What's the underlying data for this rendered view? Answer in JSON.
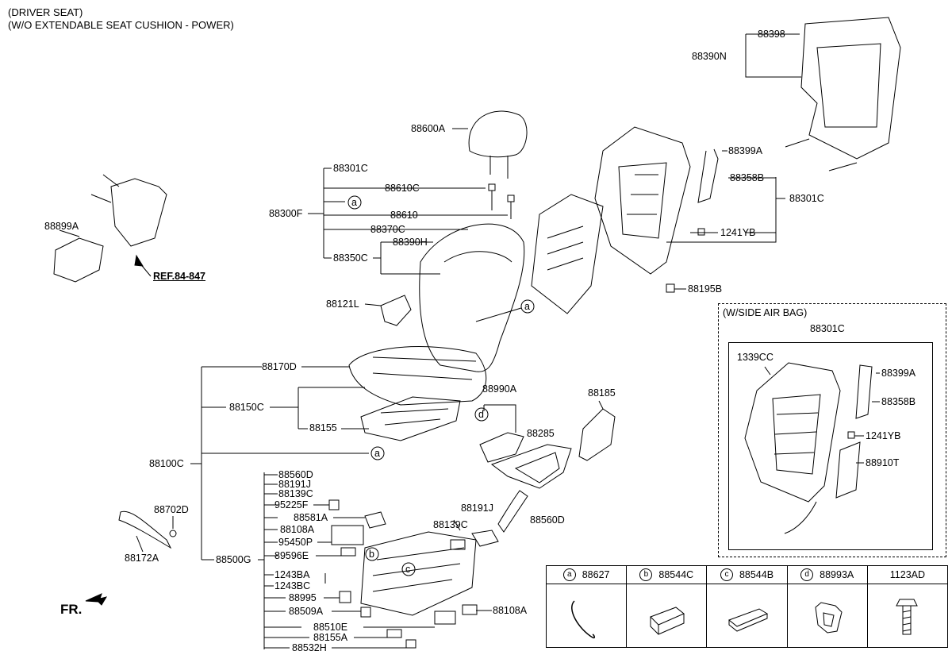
{
  "header": {
    "line1": "(DRIVER SEAT)",
    "line2": "(W/O EXTENDABLE SEAT CUSHION - POWER)"
  },
  "labels": {
    "p88398": "88398",
    "p88390N": "88390N",
    "p88600A": "88600A",
    "p88301C_top": "88301C",
    "p88610C": "88610C",
    "p88300F": "88300F",
    "p88610": "88610",
    "p88370C": "88370C",
    "p88390H": "88390H",
    "p88350C": "88350C",
    "p88121L": "88121L",
    "p88399A": "88399A",
    "p88358B": "88358B",
    "p88301C_right": "88301C",
    "p1241YB": "1241YB",
    "p88195B": "88195B",
    "p88899A": "88899A",
    "ref": "REF.84-847",
    "p88170D": "88170D",
    "p88150C": "88150C",
    "p88155": "88155",
    "p88100C": "88100C",
    "p88990A": "88990A",
    "p88285": "88285",
    "p88185": "88185",
    "p88702D": "88702D",
    "p88172A": "88172A",
    "p88560D": "88560D",
    "p88191J": "88191J",
    "p88139C": "88139C",
    "p95225F": "95225F",
    "p88581A": "88581A",
    "p88108A": "88108A",
    "p95450P": "95450P",
    "p89596E": "89596E",
    "p88500G": "88500G",
    "p1243BA": "1243BA",
    "p1243BC": "1243BC",
    "p88995": "88995",
    "p88509A": "88509A",
    "p88510E": "88510E",
    "p88155A": "88155A",
    "p88532H": "88532H",
    "p88191J_r": "88191J",
    "p88139C_r": "88139C",
    "p88560D_r": "88560D",
    "p88108A_r": "88108A",
    "callout_a": "a",
    "callout_b": "b",
    "callout_c": "c",
    "callout_d": "d",
    "fr": "FR."
  },
  "airbag": {
    "title": "(W/SIDE AIR BAG)",
    "p88301C": "88301C",
    "p1339CC": "1339CC",
    "p88399A": "88399A",
    "p88358B": "88358B",
    "p1241YB": "1241YB",
    "p88910T": "88910T"
  },
  "legend": [
    {
      "key": "a",
      "part": "88627"
    },
    {
      "key": "b",
      "part": "88544C"
    },
    {
      "key": "c",
      "part": "88544B"
    },
    {
      "key": "d",
      "part": "88993A"
    },
    {
      "key": "",
      "part": "1123AD"
    }
  ]
}
